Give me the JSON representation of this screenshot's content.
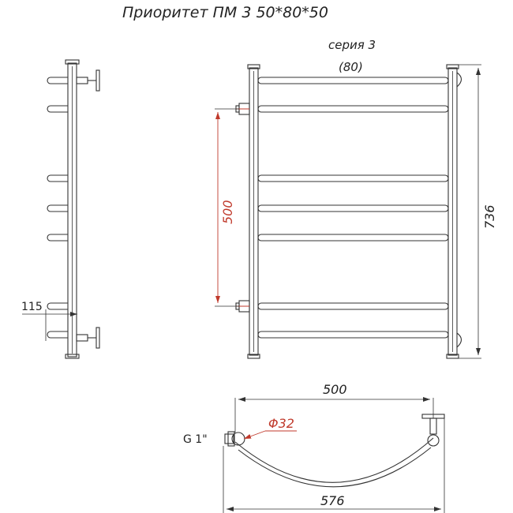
{
  "title": "Приоритет ПМ 3 50*80*50",
  "series": {
    "line1": "серия 3",
    "line2": "(80)"
  },
  "dimensions": {
    "connection_distance": "500",
    "height": "736",
    "side_offset": "115",
    "top_center_distance": "500",
    "overall_width": "576",
    "pipe_diameter": "Φ32",
    "thread": "G  1\""
  },
  "colors": {
    "outline": "#333333",
    "dimension_red": "#c0392b"
  }
}
